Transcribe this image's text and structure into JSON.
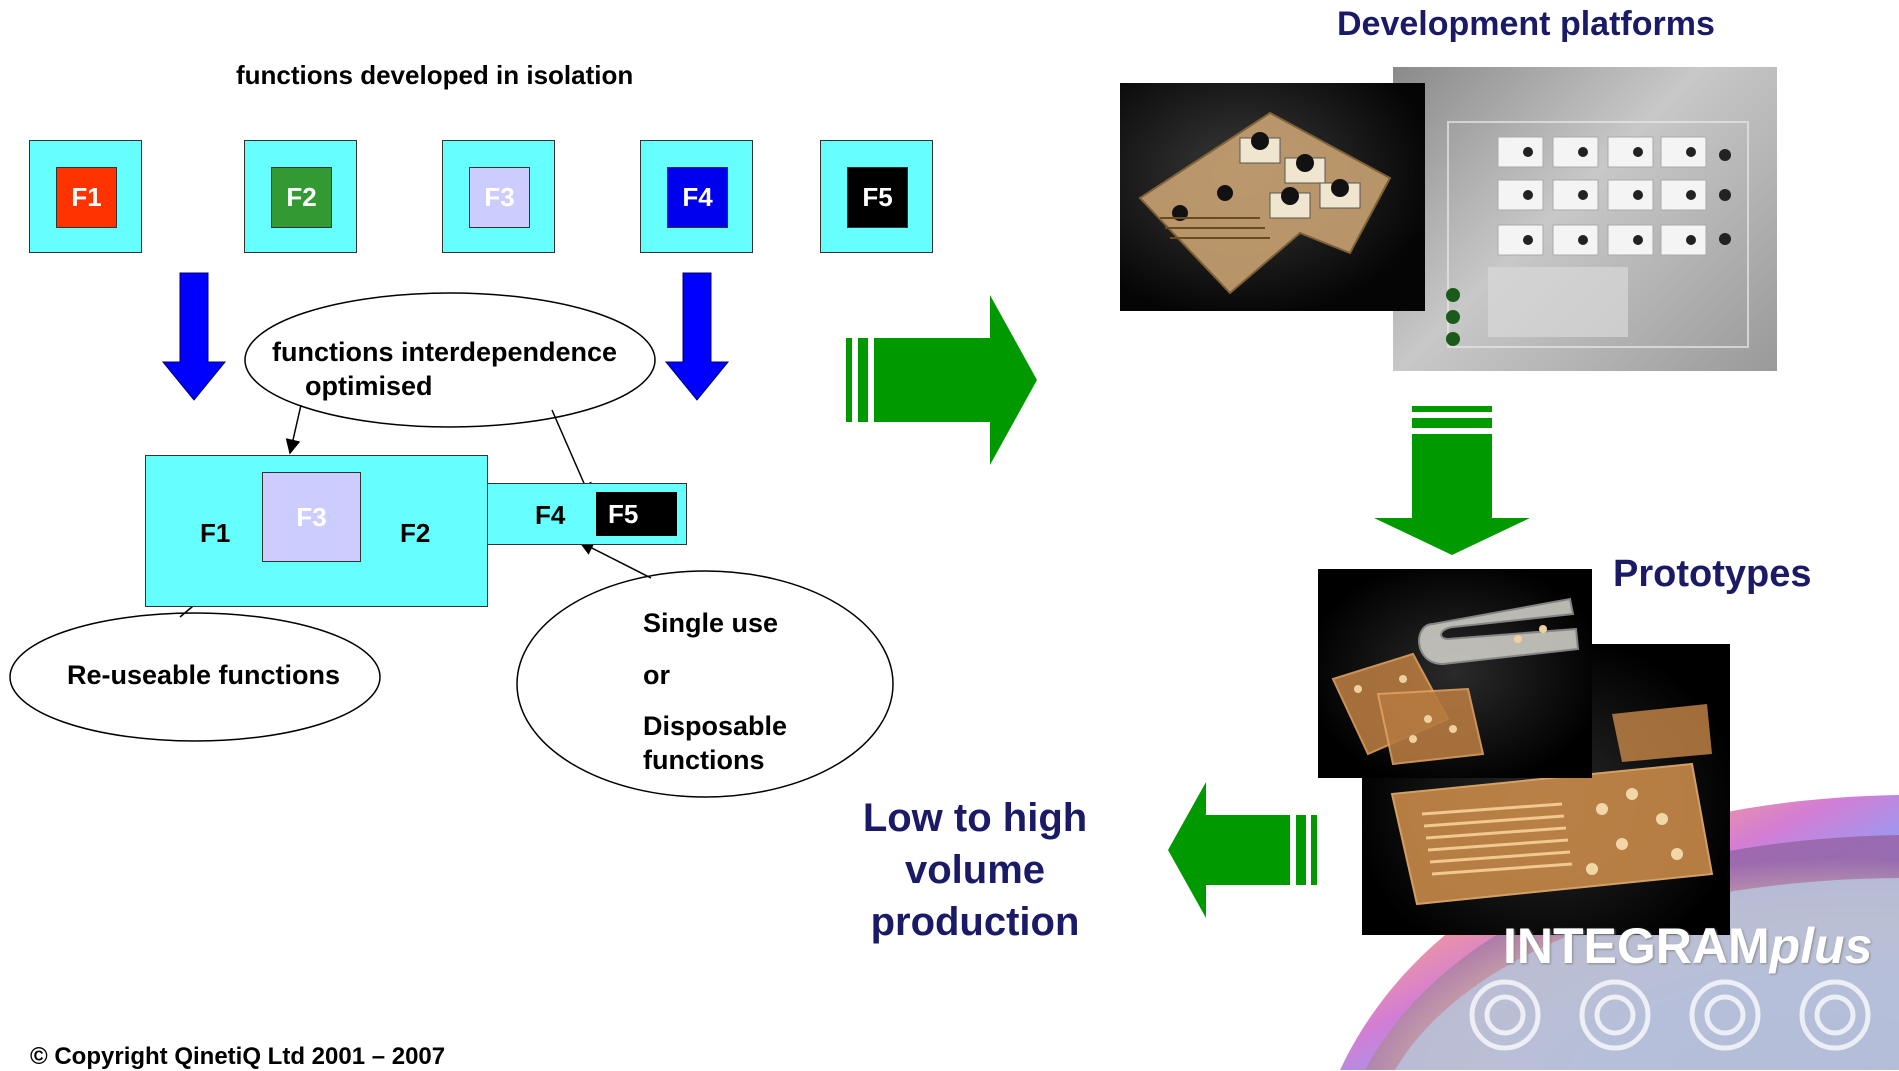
{
  "left": {
    "title": "functions developed in isolation",
    "boxes": [
      {
        "label": "F1",
        "color": "#ff3300"
      },
      {
        "label": "F2",
        "color": "#339933"
      },
      {
        "label": "F3",
        "color": "#ccccff"
      },
      {
        "label": "F4",
        "color": "#0000ee"
      },
      {
        "label": "F5",
        "color": "#000000"
      }
    ],
    "interdependence_line1": "functions interdependence",
    "interdependence_line2": "optimised",
    "combined": {
      "f1": "F1",
      "f3": "F3",
      "f2": "F2",
      "f4": "F4",
      "f5": "F5"
    },
    "reuseable": "Re-useable functions",
    "single_use": "Single use",
    "or": "or",
    "disposable": "Disposable",
    "functions": "functions"
  },
  "right": {
    "dev_platforms": "Development platforms",
    "prototypes": "Prototypes",
    "production_line1": "Low to high",
    "production_line2": "volume",
    "production_line3": "production"
  },
  "logo": {
    "main": "INTEGRAM",
    "italic": "plus"
  },
  "copyright": "© Copyright QinetiQ Ltd 2001 – 2007",
  "colors": {
    "cyan": "#66ffff",
    "green_arrow": "#009900",
    "blue_arrow": "#0000ff",
    "navy_text": "#1a1a66"
  }
}
